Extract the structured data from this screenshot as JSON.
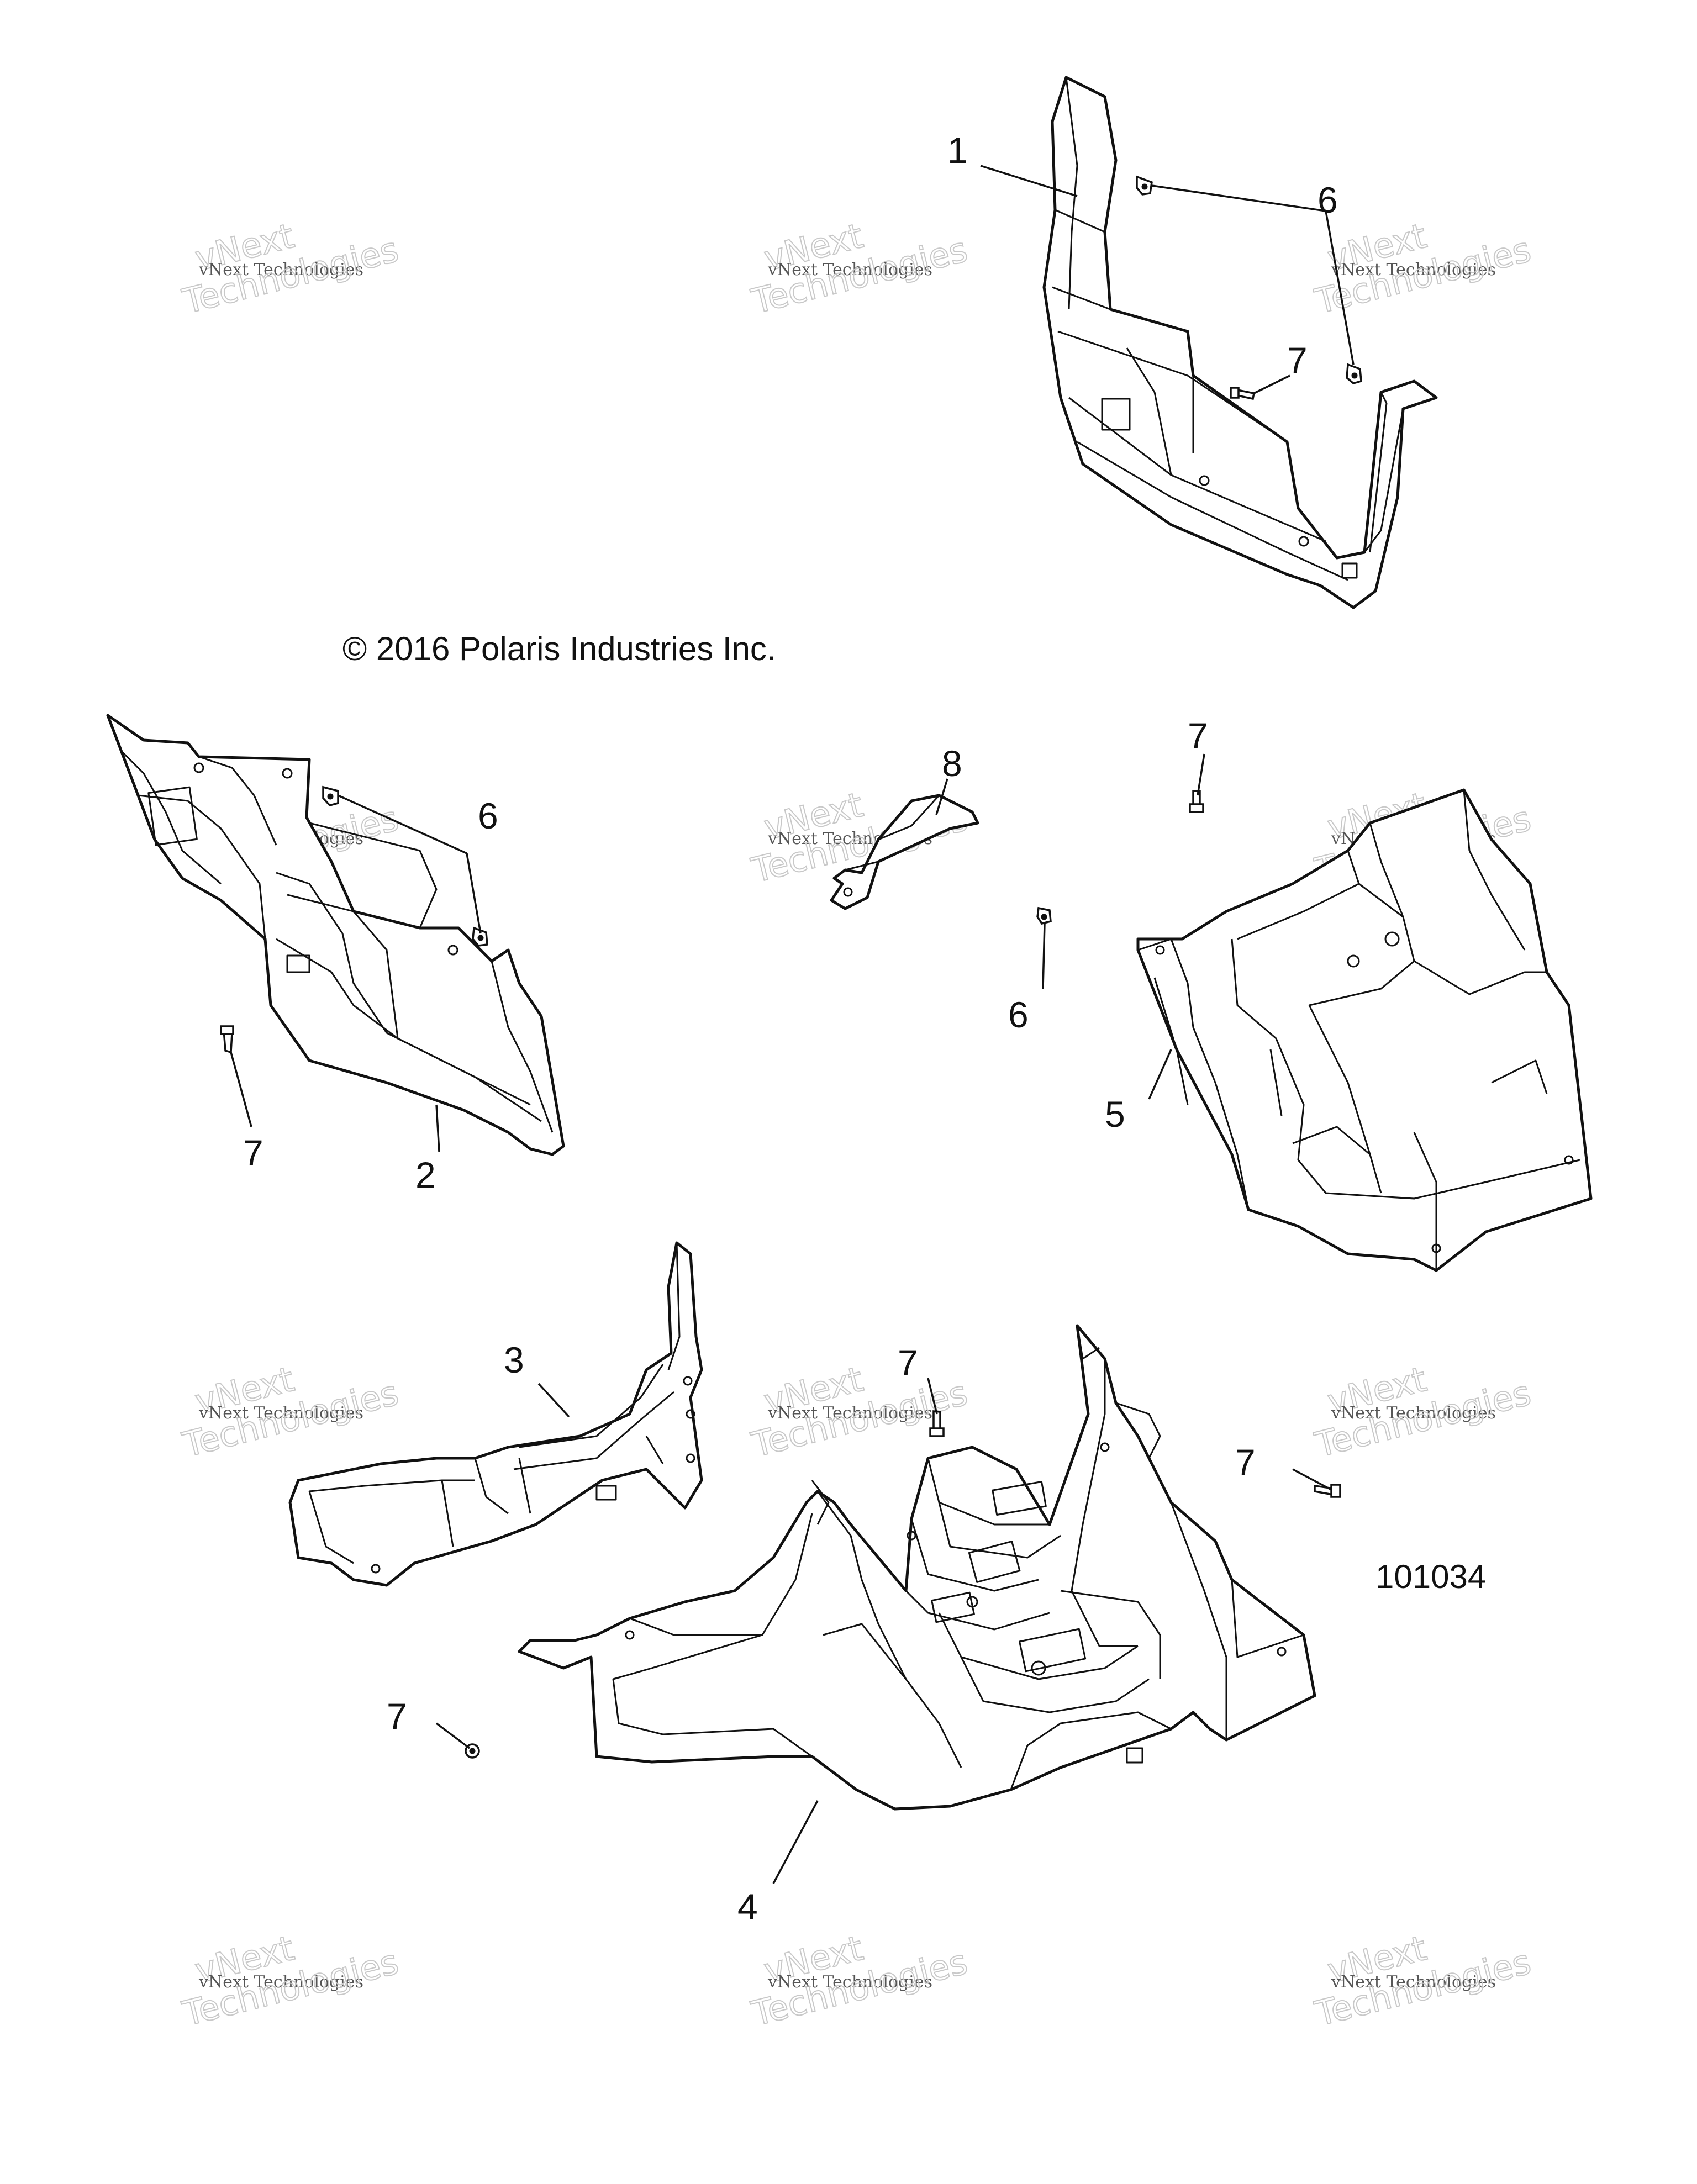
{
  "copyright": "© 2016 Polaris Industries Inc.",
  "figure_number": "101034",
  "watermark": {
    "line1": "vNext",
    "line2": "vNext Technologies",
    "line3": "Technologies"
  },
  "callouts": {
    "c1": "1",
    "c2": "2",
    "c3": "3",
    "c4": "4",
    "c5": "5",
    "c6a": "6",
    "c6b": "6",
    "c6c": "6",
    "c7a": "7",
    "c7b": "7",
    "c7c": "7",
    "c7d": "7",
    "c7e": "7",
    "c7f": "7",
    "c8": "8"
  }
}
